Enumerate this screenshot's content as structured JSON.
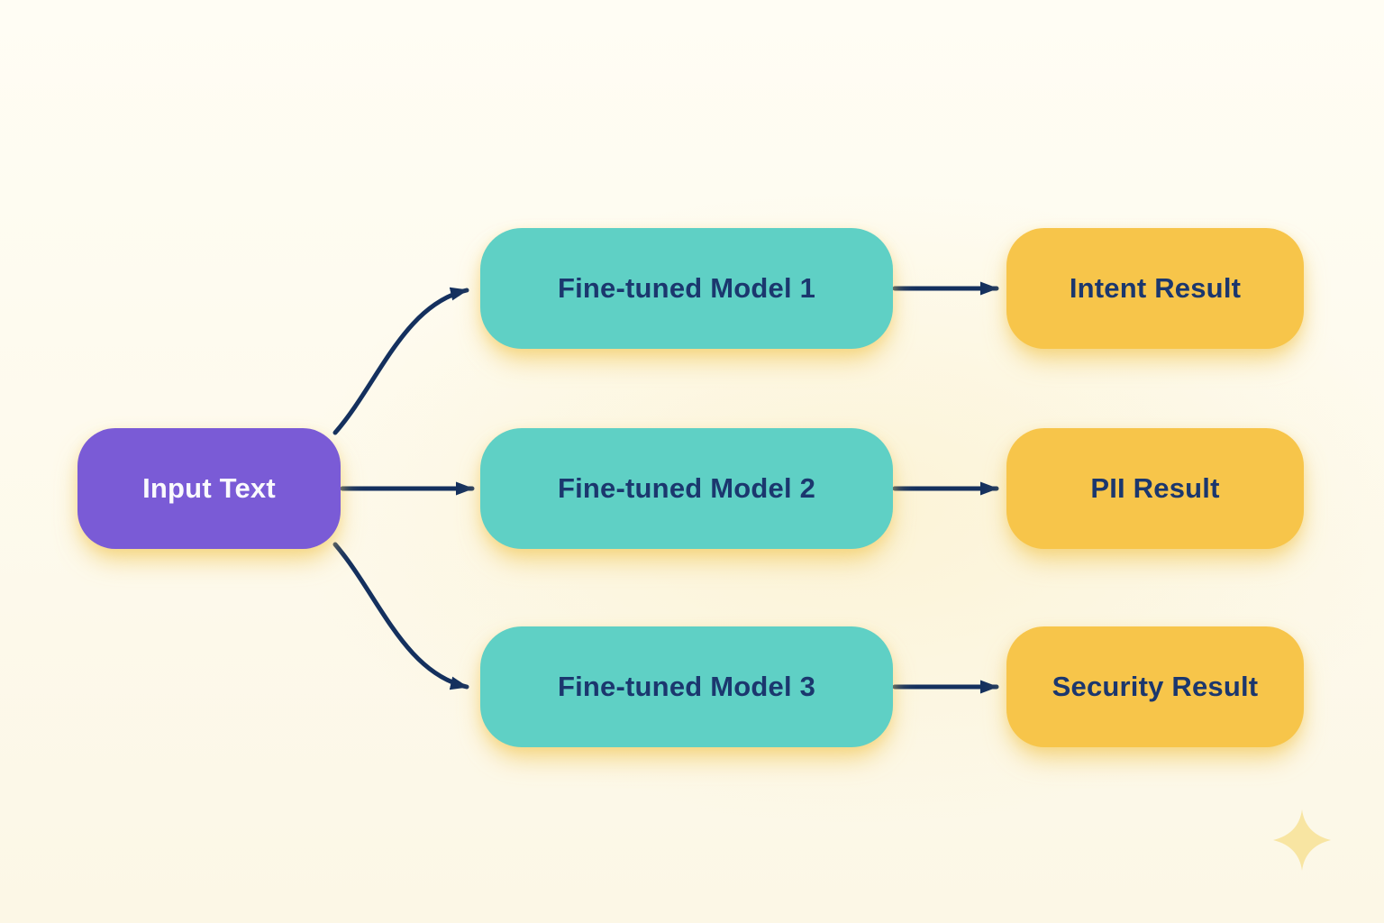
{
  "diagram": {
    "input_node": {
      "label": "Input Text"
    },
    "model_nodes": [
      {
        "label": "Fine-tuned Model 1"
      },
      {
        "label": "Fine-tuned Model 2"
      },
      {
        "label": "Fine-tuned Model 3"
      }
    ],
    "result_nodes": [
      {
        "label": "Intent Result"
      },
      {
        "label": "PII Result"
      },
      {
        "label": "Security Result"
      }
    ],
    "connections": [
      {
        "from": "Input Text",
        "to": "Fine-tuned Model 1"
      },
      {
        "from": "Input Text",
        "to": "Fine-tuned Model 2"
      },
      {
        "from": "Input Text",
        "to": "Fine-tuned Model 3"
      },
      {
        "from": "Fine-tuned Model 1",
        "to": "Intent Result"
      },
      {
        "from": "Fine-tuned Model 2",
        "to": "PII Result"
      },
      {
        "from": "Fine-tuned Model 3",
        "to": "Security Result"
      }
    ]
  },
  "icons": {
    "sparkle": "four-point-star"
  },
  "colors": {
    "background_top": "#FFFDF4",
    "background_bottom": "#FCF7E6",
    "input_node_fill": "#7A5BD6",
    "input_node_text": "#FAFAFD",
    "model_node_fill": "#5FD0C5",
    "result_node_fill": "#F7C54A",
    "node_text": "#1B376E",
    "arrow": "#14305E",
    "sparkle": "#F8E5A2"
  }
}
